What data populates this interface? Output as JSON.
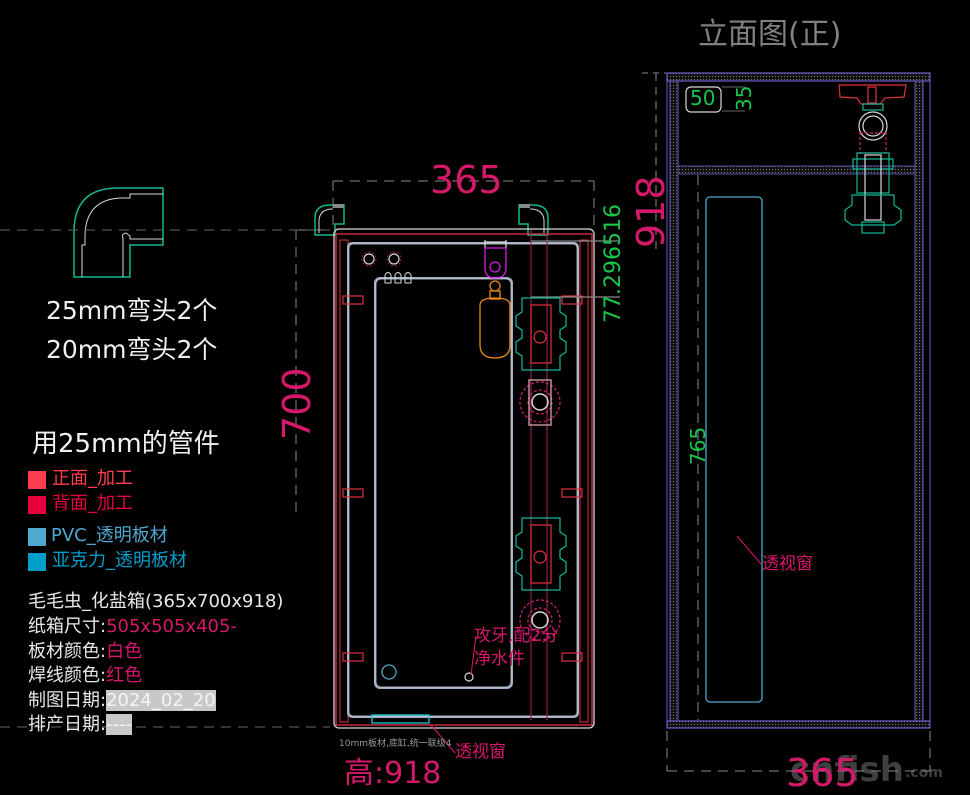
{
  "elbow_note": {
    "line1": "25mm弯头2个",
    "line2": "20mm弯头2个"
  },
  "fitting_note": "用25mm的管件",
  "legend": [
    {
      "label": "正面_加工",
      "color": "#ff3d4e"
    },
    {
      "label": "背面_加工",
      "color": "#e6003c"
    },
    {
      "label": "PVC_透明板材",
      "color": "#4fa8d0"
    },
    {
      "label": "亚克力_透明板材",
      "color": "#009dc9"
    }
  ],
  "info": {
    "title": "毛毛虫_化盐箱(365x700x918)",
    "carton_label": "纸箱尺寸:",
    "carton_value": "505x505x405-",
    "board_color_label": "板材颜色:",
    "board_color_value": "白色",
    "weld_color_label": "焊线颜色:",
    "weld_color_value": "红色",
    "draw_date_label": "制图日期:",
    "draw_date_value": "2024_02_20",
    "production_date_label": "排产日期:",
    "production_date_value": "----"
  },
  "front_view": {
    "width_dim": "365",
    "height_dim": "700",
    "offset_dim": "77.296516",
    "depth_dim": "918",
    "tapping_note_line1": "攻牙,配2分",
    "tapping_note_line2": "净水件",
    "bottom_note": "10mm板材,底缸,统一联级4",
    "window_label": "透视窗",
    "total_height": "高:918"
  },
  "elevation_view": {
    "title": "立面图(正)",
    "dim_50": "50",
    "dim_35": "35",
    "dim_765": "765",
    "window_label": "透视窗",
    "width_dim": "365"
  },
  "watermark": "cnfish.com",
  "colors": {
    "dimension": "#d6186b",
    "green_dim": "#19c44a",
    "fitting": "#14b894",
    "pvc": "#4fa8d0",
    "purple": "#6a5acd",
    "weld_red": "#e03040",
    "white_line": "#d8d8d8",
    "magenta": "#d21ee0",
    "orange": "#e88a1a",
    "cyan": "#20c8d8"
  }
}
